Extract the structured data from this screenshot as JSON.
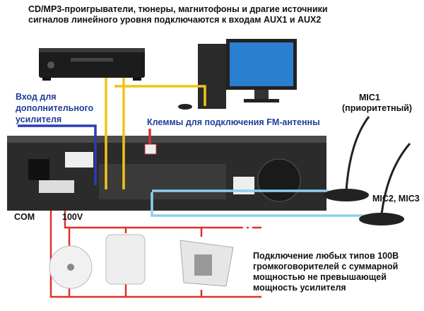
{
  "title_line1": "CD/MP3-проигрыватели, тюнеры, магнитофоны и драгие источники",
  "title_line2": "сигналов линейного уровня подключаются к входам AUX1 и AUX2",
  "aux_amp_label": [
    "Вход для",
    "дополнительного",
    "усилителя"
  ],
  "fm_label": "Клеммы для подключения FM-антенны",
  "mic1_label": [
    "MIC1",
    "(приоритетный)"
  ],
  "mic23_label": "MIC2, MIC3",
  "com_label": "COM",
  "v100_label": "100V",
  "speakers_note": [
    "Подключение любых типов 100В",
    "громкоговорителей с суммарной",
    "мощностью не превышающей",
    "мощность усилителя"
  ],
  "colors": {
    "aux_cable": "#f2c318",
    "amp_cable": "#2c3bb5",
    "mic_cable": "#8fd0ec",
    "speaker_line": "#e0302a",
    "label_blue": "#1f3d9a"
  }
}
